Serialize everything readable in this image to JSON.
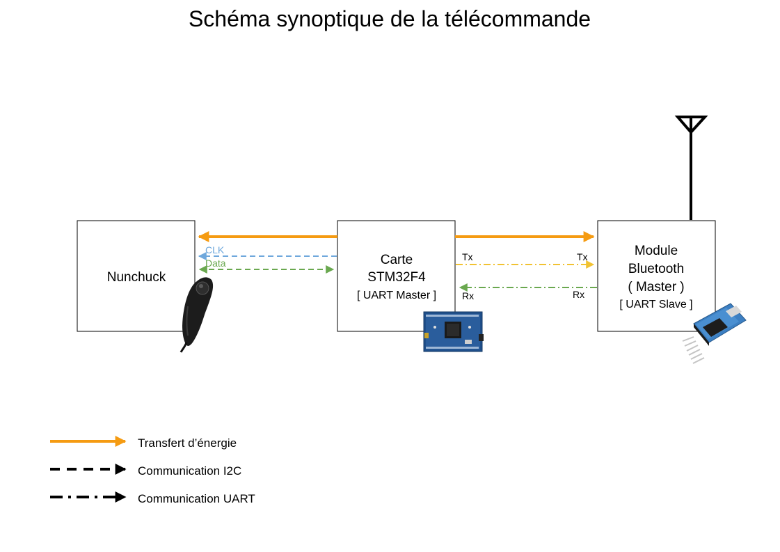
{
  "title": "Schéma synoptique de la télécommande",
  "colors": {
    "energy": "#f59b12",
    "clk": "#6fa8dc",
    "data": "#6aa84f",
    "tx": "#f1c232",
    "rx": "#6aa84f",
    "black": "#000000"
  },
  "blocks": {
    "nunchuck": {
      "label": "Nunchuck",
      "icon": "nunchuck-controller-icon"
    },
    "stm32": {
      "line1": "Carte",
      "line2": "STM32F4",
      "line3": "[ UART Master ]",
      "icon": "stm32-board-icon"
    },
    "bluetooth": {
      "line1": "Module",
      "line2": "Bluetooth",
      "line3": "( Master )",
      "line4": "[ UART Slave ]",
      "icon": "bluetooth-module-icon",
      "antenna_icon": "antenna-icon"
    }
  },
  "signals": {
    "clk": "CLK",
    "data": "Data",
    "tx_left": "Tx",
    "tx_right": "Tx",
    "rx_left": "Rx",
    "rx_right": "Rx"
  },
  "legend": {
    "energy": "Transfert d’énergie",
    "i2c": "Communication I2C",
    "uart": "Communication UART"
  }
}
